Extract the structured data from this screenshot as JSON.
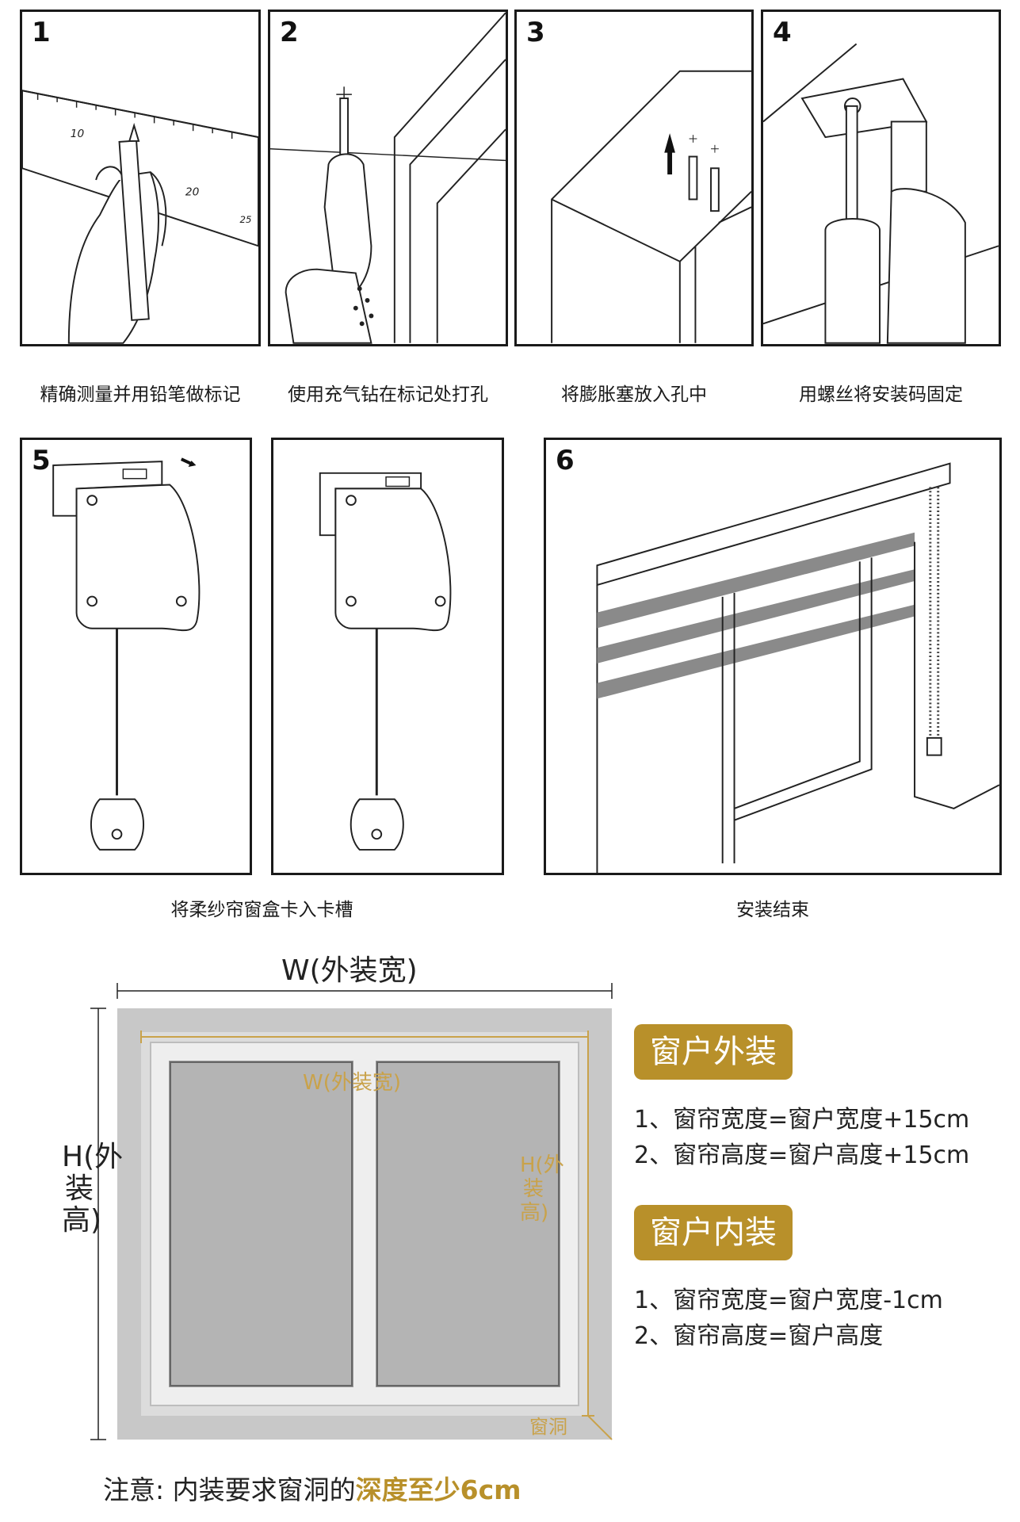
{
  "steps": [
    {
      "num": "1",
      "caption": "精确测量并用铅笔做标记"
    },
    {
      "num": "2",
      "caption": "使用充气钻在标记处打孔"
    },
    {
      "num": "3",
      "caption": "将膨胀塞放入孔中"
    },
    {
      "num": "4",
      "caption": "用螺丝将安装码固定"
    },
    {
      "num": "5",
      "caption": "将柔纱帘窗盒卡入卡槽"
    },
    {
      "num": "6",
      "caption": "安装结束"
    }
  ],
  "ruler_ticks": [
    "10",
    "20",
    "25"
  ],
  "diagram": {
    "outer_width_label": "W(外装宽)",
    "outer_height_label": "H(外装高)",
    "inner_width_label": "W(外装宽)",
    "inner_height_label": "H(外装高)",
    "recess_label": "窗洞"
  },
  "outside_mount": {
    "title": "窗户外装",
    "rules": [
      "1、窗帘宽度=窗户宽度+15cm",
      "2、窗帘高度=窗户高度+15cm"
    ]
  },
  "inside_mount": {
    "title": "窗户内装",
    "rules": [
      "1、窗帘宽度=窗户宽度-1cm",
      "2、窗帘高度=窗户高度"
    ]
  },
  "note": {
    "prefix": "注意: 内装要求窗洞的",
    "highlight": "深度至少6cm"
  },
  "colors": {
    "accent": "#b8902a",
    "frame": "#1a1a1a",
    "shade_band": "#8a8a8a"
  }
}
